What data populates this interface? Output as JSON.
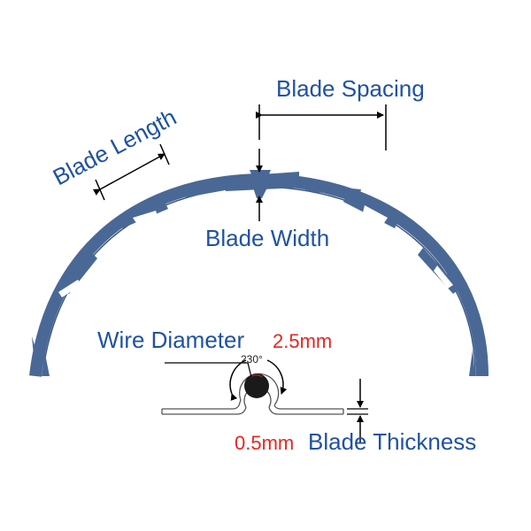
{
  "labels": {
    "blade_length": "Blade Length",
    "blade_spacing": "Blade Spacing",
    "blade_width": "Blade Width",
    "wire_diameter": "Wire Diameter",
    "wire_diameter_value": "2.5mm",
    "blade_thickness": "Blade Thickness",
    "blade_thickness_value": "0.5mm",
    "wrap_angle": "230°"
  },
  "colors": {
    "blade": "#4a6896",
    "blade_edge": "#2e4a78",
    "label_blue": "#1f52a3",
    "value_red": "#e8251f",
    "dimension_line": "#000000",
    "wire": "#1a1a1a",
    "wire_highlight": "#8b2a2a"
  }
}
